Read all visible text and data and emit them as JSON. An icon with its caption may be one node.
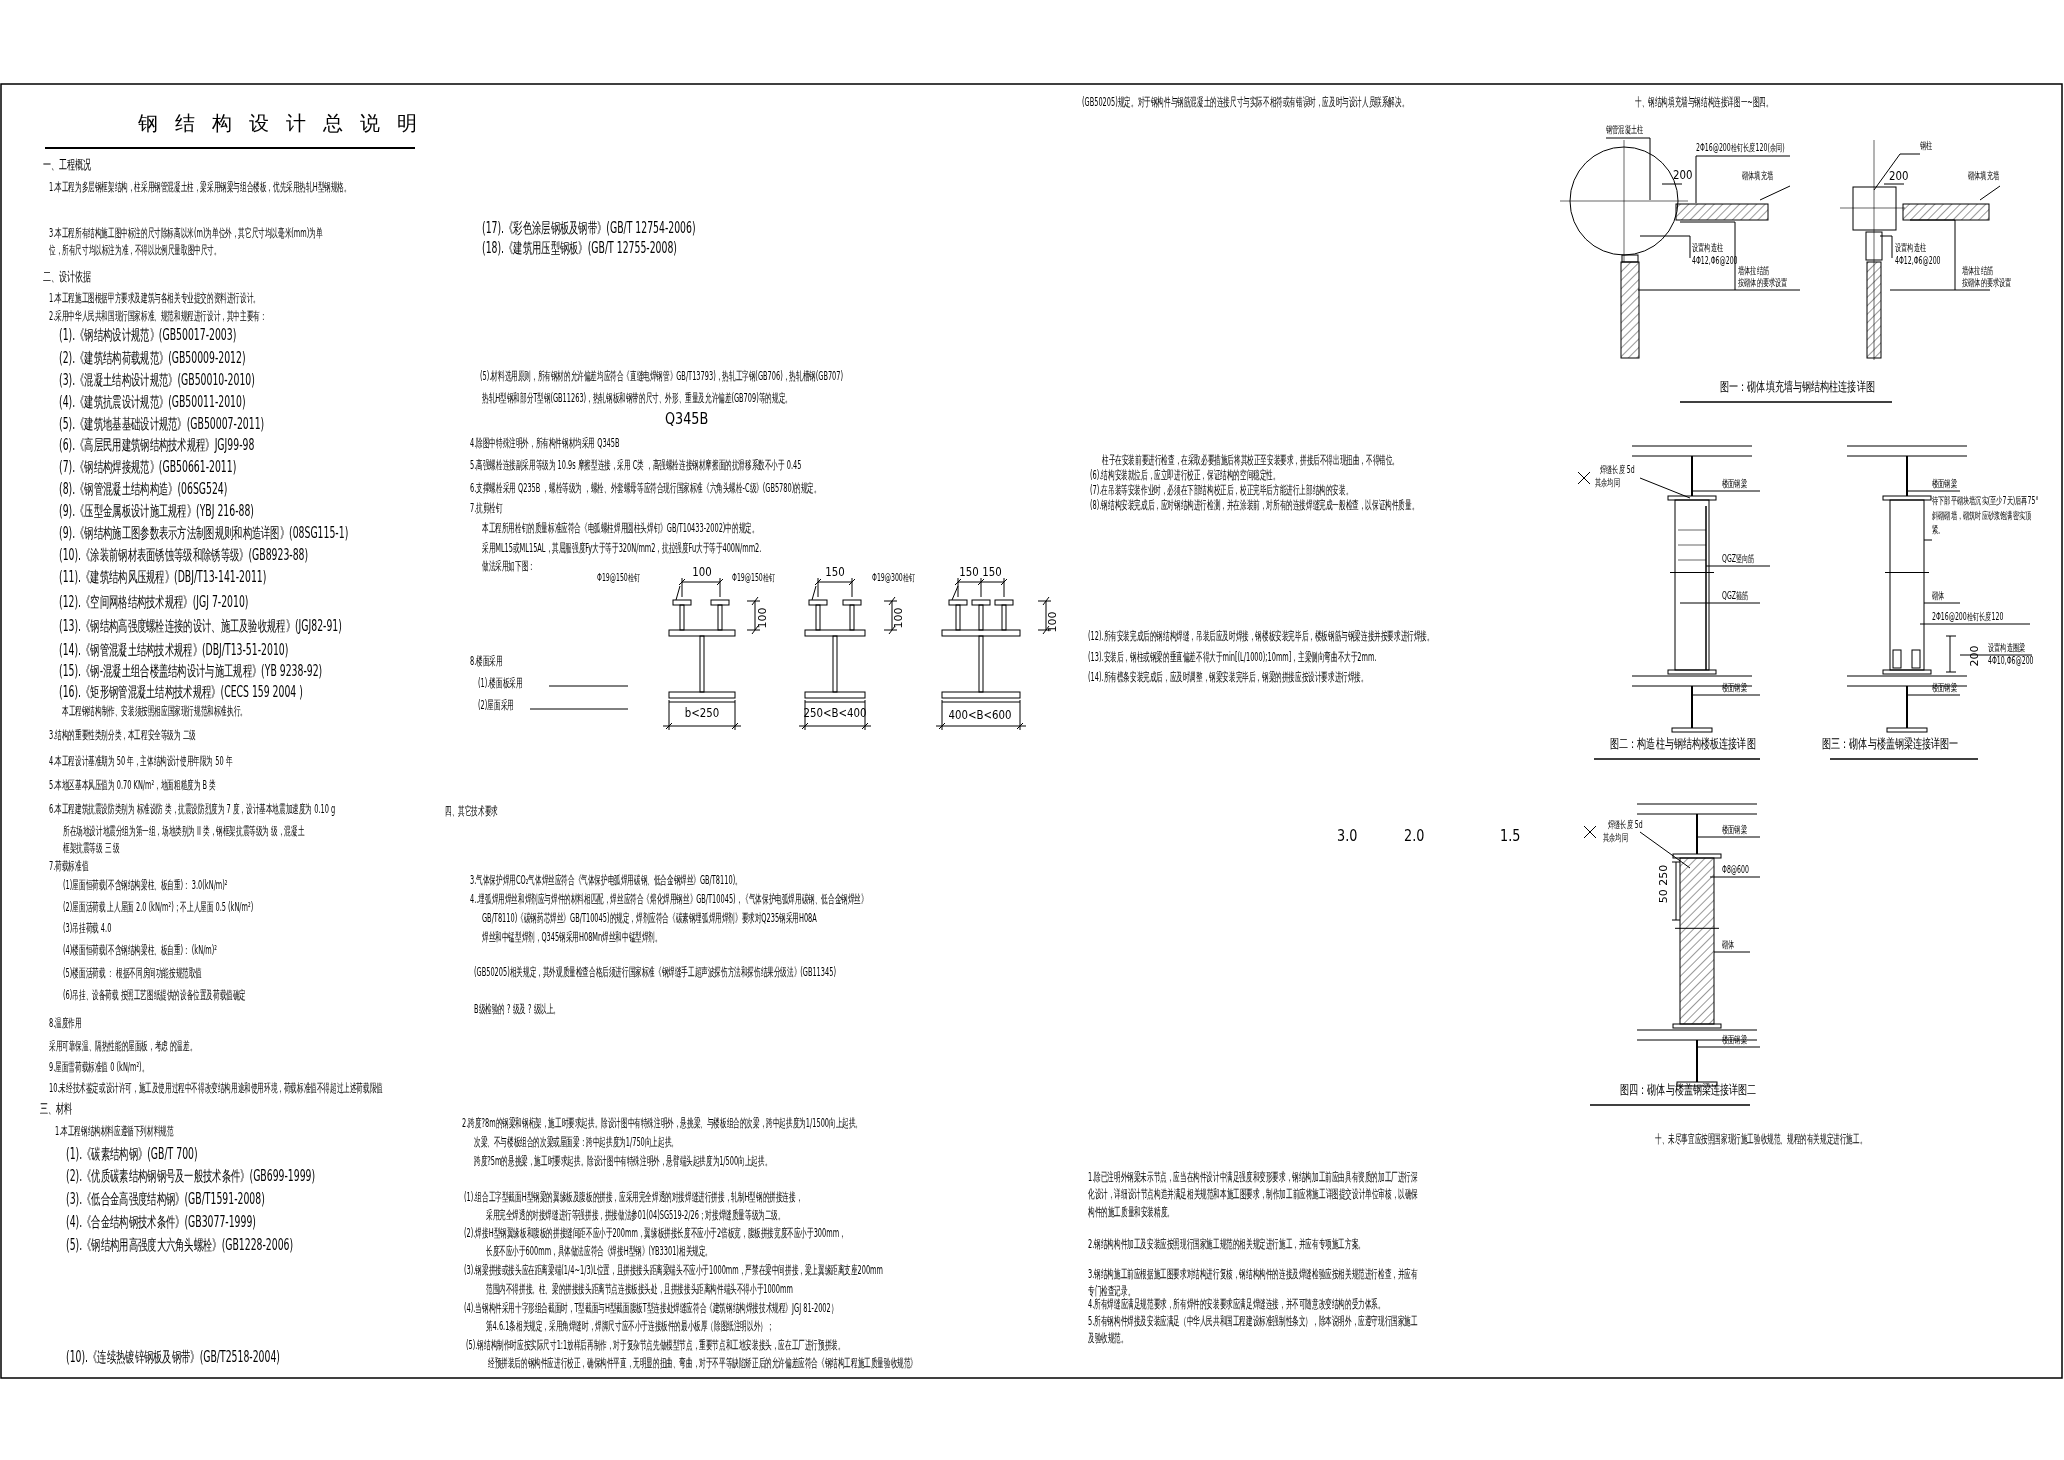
{
  "diagram": {
    "title": "钢结构设计总说明",
    "labels": [
      "一、工程概况",
      "1.本工程为多层钢框架结构，柱采用钢管混凝土柱，梁采用钢梁与组合楼板，优先采用热轧H型钢规格。",
      "3.本工程所有结构施工图中标注的尺寸除标高以米(m)为单位外，其它尺寸均以毫米(mm)为单位，所有尺寸均以标注为准，不得以比例尺量取图中尺寸。",
      "二、设计依据",
      "1.本工程施工图根据甲方要求及建筑与各相关专业提交的资料进行设计。",
      "2.采用中华人民共和国现行国家标准、规范和规程进行设计，其中主要有：",
      "(1).《钢结构设计规范》(GB50017-2003)",
      "(2).《建筑结构荷载规范》(GB50009-2012)",
      "(3).《混凝土结构设计规范》(GB50010-2010)",
      "(4).《建筑抗震设计规范》(GB50011-2010)",
      "(5).《建筑地基基础设计规范》(GB50007-2011)",
      "(6).《高层民用建筑钢结构技术规程》JGJ99-98",
      "(7).《钢结构焊接规范》(GB50661-2011)",
      "(8).《钢管混凝土结构构造》(06SG524)",
      "(9).《压型金属板设计施工规程》(YBJ 216-88)",
      "(9).《钢结构施工图参数表示方法制图规则和构造详图》(08SG115-1)",
      "(10).《涂装前钢材表面锈蚀等级和除锈等级》(GB8923-88)",
      "(11).《建筑结构风压规程》(DBJ/T13-141-2011)",
      "(12).《空间网格结构技术规程》(JGJ 7-2010)",
      "(13).《钢结构高强度螺栓连接的设计、施工及验收规程》(JGJ82-91)",
      "(14).《钢管混凝土结构技术规程》(DBJ/T13-51-2010)",
      "(15).《钢-混凝土组合楼盖结构设计与施工规程》(YB 9238-92)",
      "(16).《矩形钢管混凝土结构技术规程》(CECS 159 2004 )",
      "本工程钢结构制作、安装须按照相应国家现行规范和标准执行。",
      "3.结构的重要性类别分类，本工程安全等级为 二级",
      "4.本工程设计基准期为 50 年，主体结构设计使用年限为 50 年",
      "5.本地区基本风压值为 0.70 KN/m²，地面粗糙度为 B 类",
      "6.本工程建筑抗震设防类别为 标准设防 类，抗震设防烈度为 7 度，设计基本地震加速度为 0.10 g",
      "四、其它技术要求",
      "所在场地设计地震分组为第一组，场地类别为 II 类，钢框架抗震等级为 级，混凝土",
      "框架抗震等级 三 级",
      "7.荷载标准值",
      "(1)屋面恒荷载(不含钢结构梁柱、板自重)： 3.0(kN/m)²",
      "(2)屋面活荷载 上人屋面 2.0 (kN/m²)；不上人屋面 0.5 (kN/m²)",
      "(3)吊挂荷载 4.0",
      "(4)楼面恒荷载(不含钢结构梁柱、板自重)： (kN/m)²",
      "(5)楼面活荷载 ： 根据不同房间功能按规范取值",
      "(6)吊挂、设备荷载 按照工艺图纸提供的设备位置及荷载值确定",
      "8.温度作用",
      "采用可靠保温、隔热性能的屋面板，考虑 的温差。",
      "9.屋面雪荷载标准值 0 (kN/m²)。",
      "10.未经技术鉴定或设计许可，施工及使用过程中不得改变结构用途和使用环境，荷载标准值不得超过上述荷载限值",
      "三、材料",
      "1.本工程钢结构材料应遵循下列材料规范",
      "(1).《碳素结构钢》(GB/T 700)",
      "(2).《优质碳素结构钢钢号及一般技术条件》(GB699-1999)",
      "(3).《低合金高强度结构钢》(GB/T1591-2008)",
      "(4).《合金结构钢技术条件》(GB3077-1999)",
      "(5).《钢结构用高强度大六角头螺栓》(GB1228-2006)",
      "(10).《连续热镀锌钢板及钢带》(GB/T2518-2004)",
      "(17).《彩色涂层钢板及钢带》(GB/T 12754-2006)",
      "(18).《建筑用压型钢板》(GB/T 12755-2008)",
      "(5).材料选用原则，所有钢材的允许偏差均应符合《直缝电焊钢管》GB/T13793)，热轧工字钢(GB706)，热轧槽钢(GB707)",
      "热轧H型钢和部分T型钢(GB11263)，热轧钢板和钢带的尺寸、外形、重量及允许偏差(GB709)等的规定。",
      "Q345B",
      "4.除图中特殊注明外，所有构件钢材均采用 Q345B",
      "5.高强螺栓连接副采用等级为 10.9s 摩擦型连接，采用 C类 ，高强螺栓连接钢材摩擦面的抗滑移系数不小于 0.45",
      "6.支撑螺栓采用 Q235B ，螺栓等级为 ，螺栓、外套螺母等应符合现行国家标准《六角头螺栓-C级》(GB5780)的规定。",
      "7.抗剪栓钉",
      "本工程所用栓钉的质量标准应符合《电弧螺柱焊用圆柱头焊钉》GB/T10433-2002)中的规定。",
      "采用ML15或ML15AL，其屈服强度Fy大于等于320N/mm2，抗拉强度Fu大于等于400N/mm2.",
      "做法采用如下图：",
      "Φ19@150栓钉",
      "100",
      "Φ19@150栓钉",
      "150",
      "Φ19@300栓钉",
      "150",
      "150",
      "100",
      "100",
      "100",
      "b<250",
      "250<B<400",
      "400<B<600",
      "8.楼面采用",
      "(1).楼面板采用",
      "(2)屋面采用",
      "3.气体保护焊用CO₂气体焊丝应符合《气体保护电弧焊用碳钢、低合金钢焊丝》GB/T8110)。",
      "4..埋弧焊用焊丝和焊剂应与焊件的材料相匹配，焊丝应符合《熔化焊用钢丝》GB/T10045)，《气体保护电弧焊用碳钢、低合金钢焊丝》",
      "GB/T8110)《碳钢药芯焊丝》GB/T10045)的规定，焊剂应符合《碳素钢埋弧焊用焊剂》要求对Q235钢采用H08A",
      "焊丝和中锰型焊剂，Q345钢采用H08Mn焊丝和中锰型焊剂。",
      "(GB50205)相关规定，其外观质量检查合格后须进行国家标准《钢焊缝手工超声波探伤方法和探伤结果分级法》(GB11345)",
      "B级检验的 ? 级及 ? 级以上。",
      "2.跨度?8m的钢梁和钢桁架，施工时要求起拱。除设计图中有特殊注明外，悬挑梁、与楼板组合的次梁，跨中起拱度为1/1500向上起拱。",
      "次梁、不与楼板组合的次梁或屋面梁：跨中起拱度为1/750向上起拱。",
      "跨度?5m的悬挑梁，施工时要求起拱。除设计图中有特殊注明外，悬臂端头起拱度为1/500向上起拱。",
      "(1).组合工字型截面H型钢梁的翼缘板及腹板的拼接，应采用完全焊透的对接焊缝进行拼接，轧制H型钢的拼接连接，",
      "采用完全焊透的对接焊缝进行等强拼接，拼接做法参01(04)SG519-2/26；对接焊缝质量等级为二级。",
      "(2).焊接H型钢翼缘板和腹板的拼接缝间距不应小于200mm，翼缘板拼接长度不应小于2倍板宽，腹板拼接宽度不应小于300mm，",
      "长度不应小于600mm，具体做法应符合《焊接H型钢》(YB3301)相关规定。",
      "(3).钢梁拼接或接头应在距离梁端(1/4~1/3)L位置，且拼接接头距离梁端头不应小于1000mm，严禁在梁中间拼接，梁上翼缘距离支座200mm",
      "范围内不得拼接。柱、梁的拼接接头距离节点连接板接头处，且拼接接头距离构件端头不得小于1000mm",
      "(4).当钢构件采用十字形组合截面时，T型截面与H型截面腹板T型连接处焊缝应符合《建筑钢结构焊接技术规程》JGJ 81-2002）",
      "第4.6.1条相关规定，采用角焊缝时，焊脚尺寸应不小于连接板件的最小板厚（除图纸注明以外）；",
      "(5).钢结构制作时应按实际尺寸1:1放样后再制作，对于复杂节点先做模型节点，重要节点和工地安装接头，应在工厂进行预拼装。",
      "经预拼装后的钢构件应进行校正，确保构件平直，无明显的扭曲、弯曲，对于不平等缺陷矫正后的允许偏差应符合《钢结构工程施工质量验收规范》",
      "(GB50205)规定。对于钢构件与钢筋混凝土的连接尺寸与实际不相符或有错误时，应及时与设计人员联系解决。",
      "柱子在安装前要进行检查，在采取必要措施后将其校正至安装要求，拼接后不得出现扭曲，不得错位。",
      "(6).结构安装就位后，应立即进行校正，保证结构的空间稳定性。",
      "(7).在吊装等安装作业时，必须在下部结构校正后，校正完毕后方能进行上部结构的安装。",
      "(8).钢结构安装完成后，应对钢结构进行检测，并在涂装前，对所有的连接焊缝完成一般检查，以保证构件质量。",
      "(12).所有安装完成后的钢结构焊缝，吊装后应及时焊接，钢楼板安装完毕后，楼板钢筋与钢梁连接并按要求进行焊接。",
      "(13).安装后，钢柱或钢梁的垂直偏差不得大于min[(L/1000);10mm]，主梁侧向弯曲不大于2mm.",
      "(14).所有檩条安装完成后，应及时调整，钢梁安装完毕后，钢梁的拼接应按设计要求进行焊接。",
      "3.0",
      "2.0",
      "1.5",
      "1.除已注明外钢梁未示节点，应当在构件设计中满足强度和变形要求，钢结构加工前应由具有资质的加工厂进行深化设计，详细设计节点构造并满足相关规范和本施工图要求，制作加工前应将施工详图提交设计单位审核，以确保构件的施工质量和安装精度。",
      "2.钢结构构件加工及安装应按照现行国家施工规范的相关规定进行施工，并应有专项施工方案。",
      "3.钢结构施工前应根据施工图要求对结构进行复核，钢结构构件的连接及焊缝检验应按相关规范进行检查，并应有专门检查记录。",
      "4.所有焊缝应满足规范要求，所有焊件的安装要求应满足焊缝连接，并不可随意改变结构的受力体系。",
      "5.所有钢构件焊接及安装应满足（中华人民共和国工程建设标准强制性条文），除本说明外，应遵守现行国家施工及验收规范。",
      "十、钢结构填充墙与钢结构连接详图一~图四。",
      "钢管混凝土柱",
      "2Φ16@200栓钉长度120(余同)",
      "200",
      "砌体填充墙",
      "设置构造柱",
      "4Φ12,Φ6@200",
      "墙体拉结筋",
      "按砌体的要求设置",
      "钢柱",
      "200",
      "砌体填充墙",
      "设置构造柱",
      "4Φ12,Φ6@200",
      "墙体拉结筋",
      "按砌体的要求设置",
      "图一：砌体填充墙与钢结构柱连接详图",
      "焊缝长度 5d",
      "其余均同",
      "楼面钢梁",
      "QGZ竖向筋",
      "QGZ箍筋",
      "楼面钢梁",
      "图二：构造柱与钢结构楼板连接详图",
      "楼面钢梁",
      "待下部平砌块墙沉实(至少7天)后再75°斜砌砌墙，砌筑时应砂浆饱满密实顶紧。",
      "砌体",
      "2Φ16@200栓钉长度120",
      "200",
      "设置构造圈梁",
      "4Φ10,Φ6@200",
      "楼面钢梁",
      "图三：砌体与楼盖钢梁连接详图一",
      "焊缝长度 5d",
      "其余均同",
      "楼面钢梁",
      "50 250",
      "Φ8@600",
      "砌体",
      "楼面钢梁",
      "图四：砌体与楼盖钢梁连接详图二",
      "十、未尽事宜应按照国家现行施工验收规范、规程的有关规定进行施工。"
    ]
  }
}
